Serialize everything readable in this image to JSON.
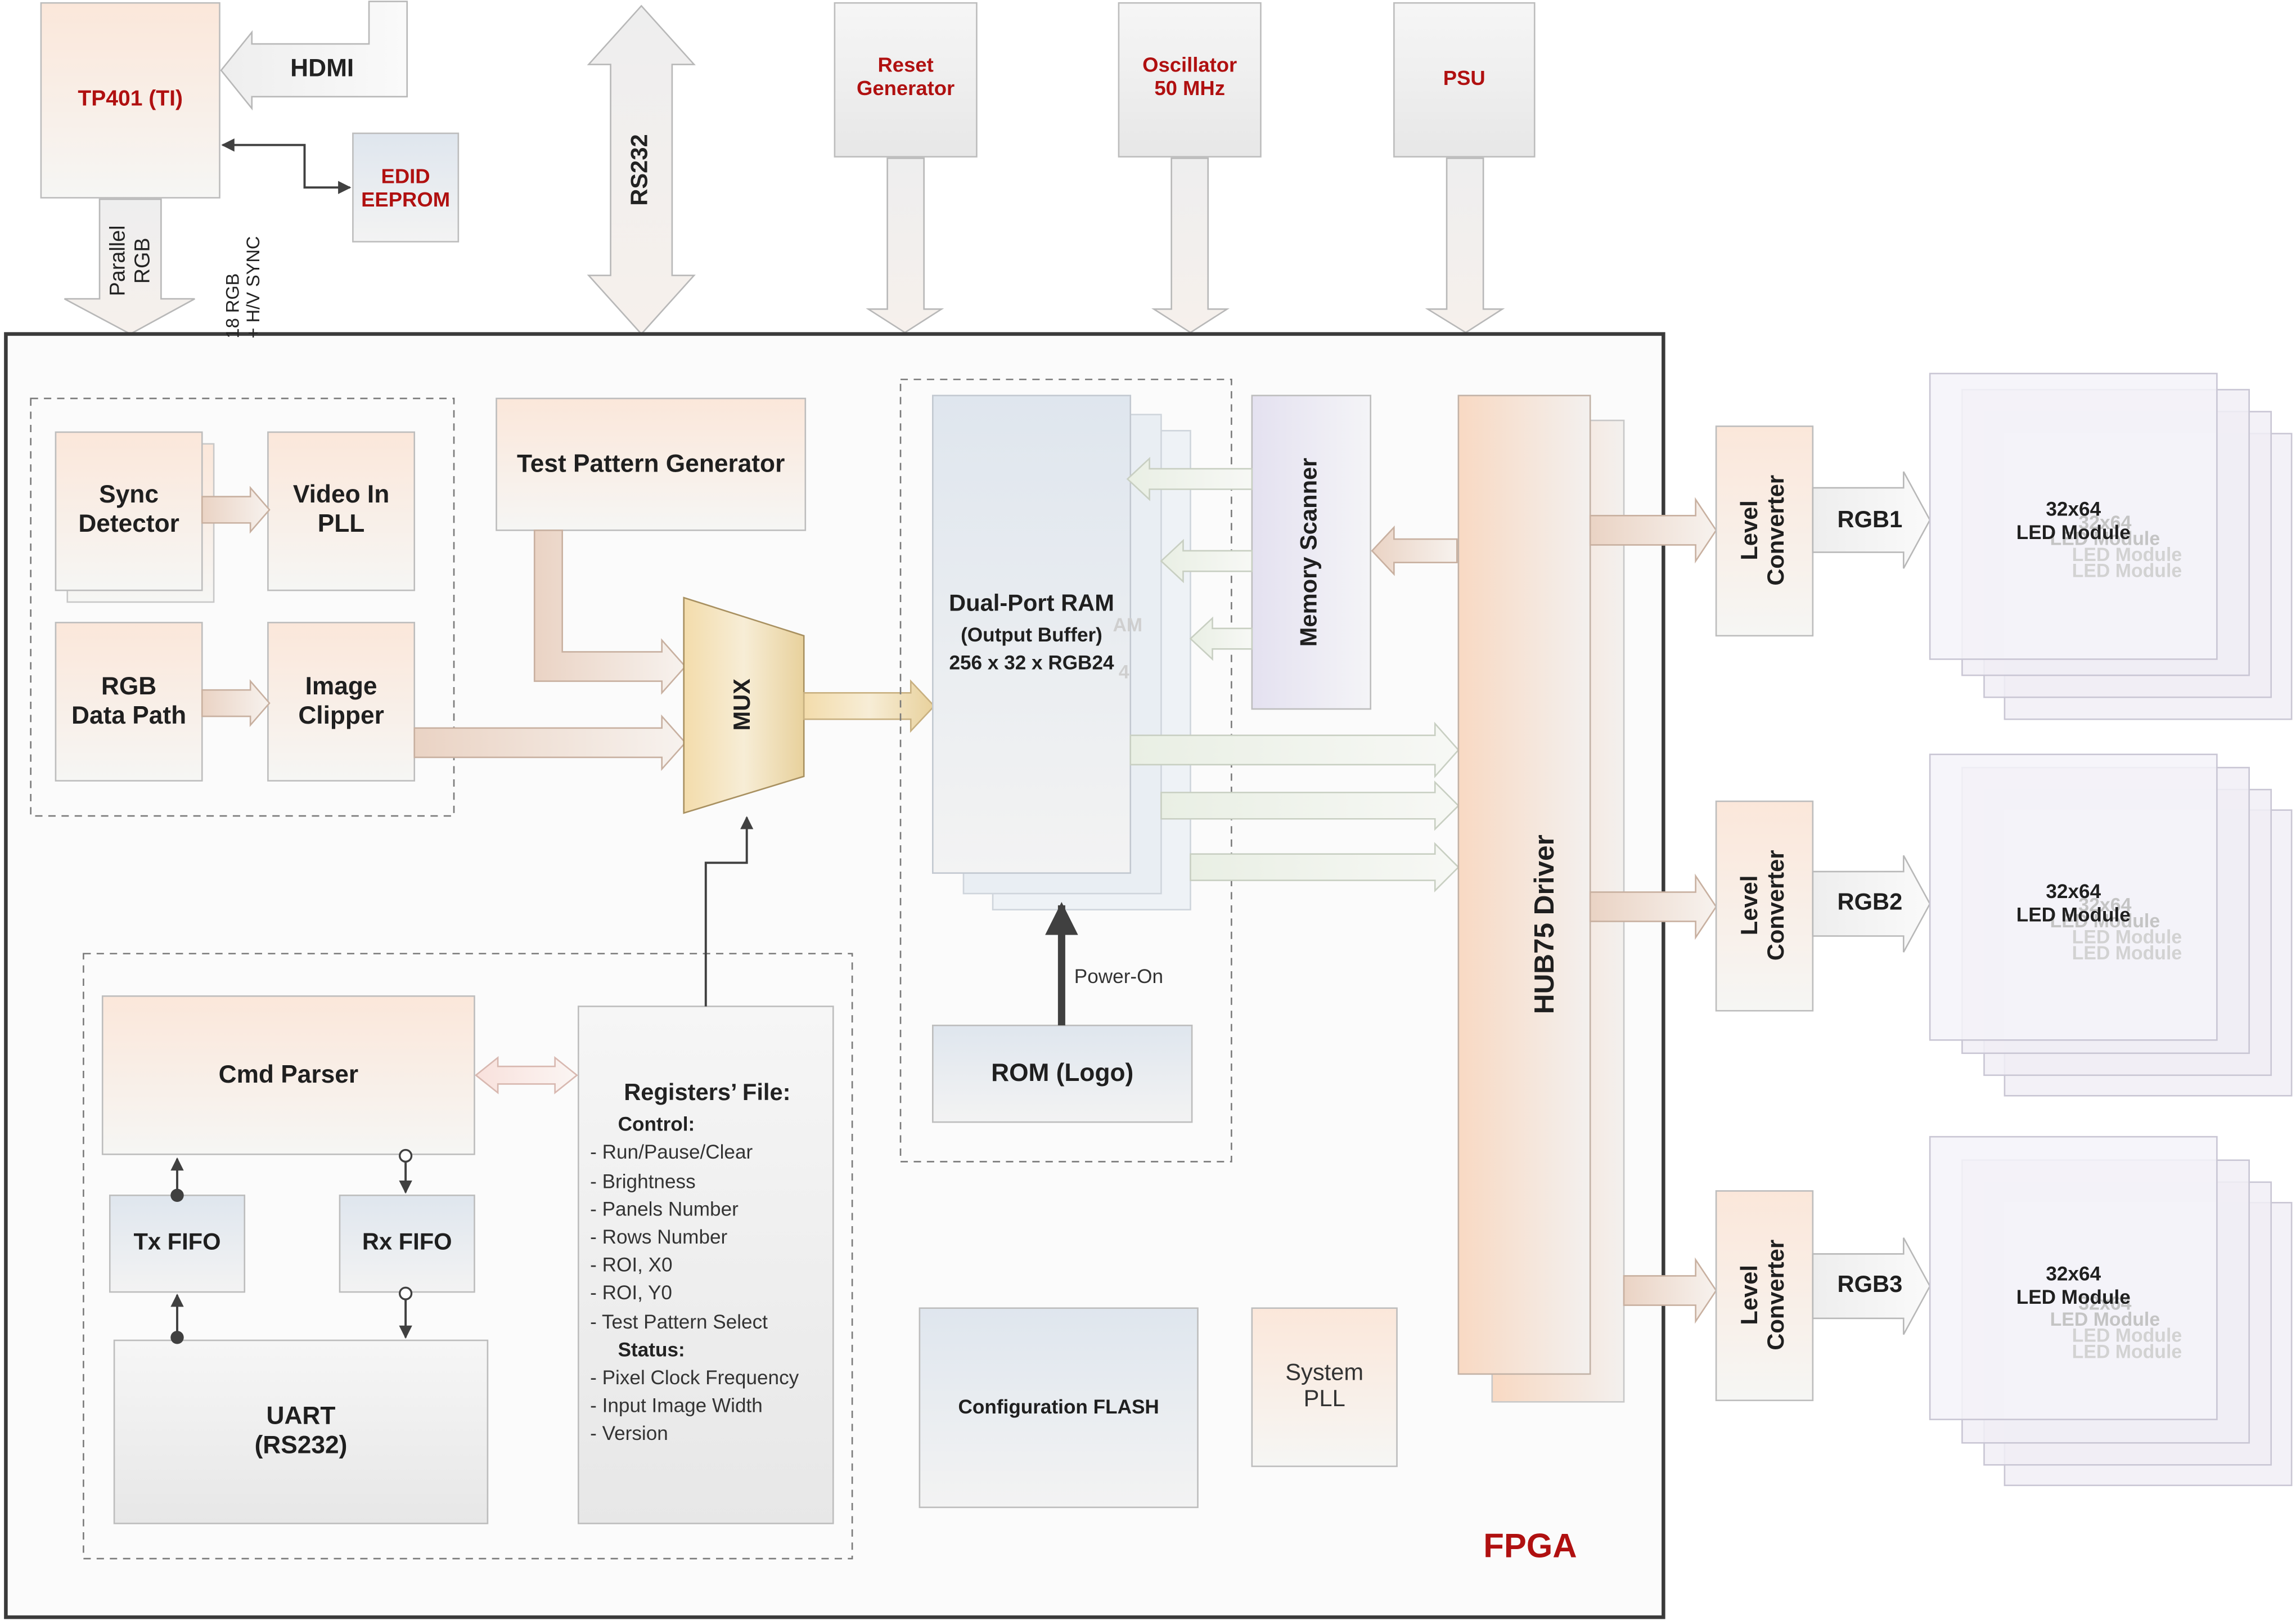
{
  "external": {
    "tp401": "TP401 (TI)",
    "hdmi": "HDMI",
    "edid": [
      "EDID",
      "EEPROM"
    ],
    "parallel": [
      "Parallel",
      "RGB"
    ],
    "sync_note": [
      "18 RGB",
      "+ H/V SYNC"
    ],
    "rs232": "RS232",
    "reset": [
      "Reset",
      "Generator"
    ],
    "oscillator": [
      "Oscillator",
      "50 MHz"
    ],
    "psu": "PSU"
  },
  "fpga": {
    "label": "FPGA",
    "sync_detector": [
      "Sync",
      "Detector"
    ],
    "video_pll": [
      "Video In",
      "PLL"
    ],
    "rgb_path": [
      "RGB",
      "Data Path"
    ],
    "clipper": [
      "Image",
      "Clipper"
    ],
    "test_pattern": "Test Pattern Generator",
    "mux": "MUX",
    "ram_title": "Dual-Port RAM",
    "ram_sub1": "(Output Buffer)",
    "ram_sub2": "256 x 32 x RGB24",
    "memory_scanner": "Memory Scanner",
    "hub75": "HUB75 Driver",
    "rom": "ROM (Logo)",
    "power_on": "Power-On",
    "cmd_parser": "Cmd Parser",
    "tx_fifo": "Tx FIFO",
    "rx_fifo": "Rx FIFO",
    "uart": [
      "UART",
      "(RS232)"
    ],
    "config_flash": "Configuration FLASH",
    "system_pll": [
      "System",
      "PLL"
    ],
    "registers": {
      "title": "Registers’ File:",
      "control_head": "Control:",
      "control": [
        "- Run/Pause/Clear",
        "- Brightness",
        "- Panels Number",
        "- Rows Number",
        "- ROI, X0",
        "- ROI, Y0",
        "- Test Pattern Select"
      ],
      "status_head": "Status:",
      "status": [
        "- Pixel Clock Frequency",
        "- Input Image Width",
        "- Version"
      ]
    }
  },
  "outputs": {
    "level_converter": [
      "Level",
      "Converter"
    ],
    "channels": [
      "RGB1",
      "RGB2",
      "RGB3"
    ],
    "module": [
      "32x64",
      "LED Module"
    ]
  }
}
